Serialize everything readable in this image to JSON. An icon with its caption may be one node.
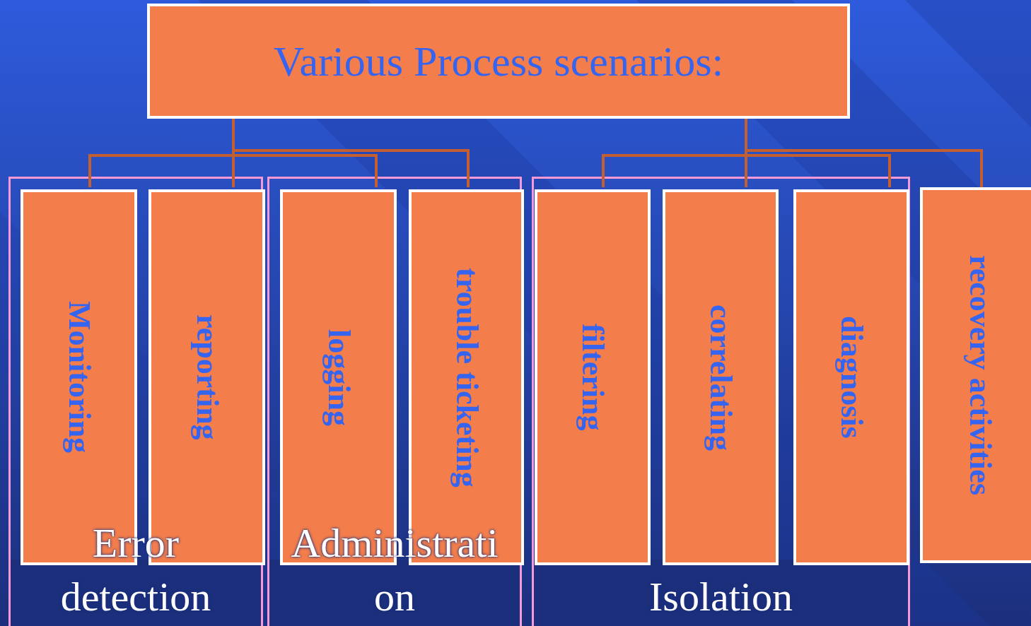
{
  "diagram": {
    "nodes": [
      {
        "text": [
          "Various Process scenarios:"
        ]
      },
      {
        "text": [
          "Error detection"
        ]
      },
      {
        "text": [
          "Monitoring"
        ],
        "in": 1
      },
      {
        "text": [
          "reporting"
        ],
        "in": 1
      },
      {
        "text": [
          "Administrati on"
        ]
      },
      {
        "text": [
          "logging"
        ],
        "in": 4
      },
      {
        "text": [
          "trouble ticketing"
        ],
        "in": 4
      },
      {
        "text": [
          "Isolation"
        ]
      },
      {
        "text": [
          "filtering"
        ],
        "in": 7
      },
      {
        "text": [
          "correlating"
        ],
        "in": 7
      },
      {
        "text": [
          "diagnosis"
        ],
        "in": 7
      },
      {
        "text": [
          "recovery activities"
        ]
      }
    ],
    "edges": [
      {
        "from": 0,
        "to": 2,
        "arrow": "none"
      },
      {
        "from": 0,
        "to": 3,
        "arrow": "none"
      },
      {
        "from": 0,
        "to": 5,
        "arrow": "none"
      },
      {
        "from": 0,
        "to": 6,
        "arrow": "none"
      },
      {
        "from": 0,
        "to": 8,
        "arrow": "none"
      },
      {
        "from": 0,
        "to": 9,
        "arrow": "none"
      },
      {
        "from": 0,
        "to": 10,
        "arrow": "none"
      },
      {
        "from": 0,
        "to": 11,
        "arrow": "none"
      }
    ]
  }
}
